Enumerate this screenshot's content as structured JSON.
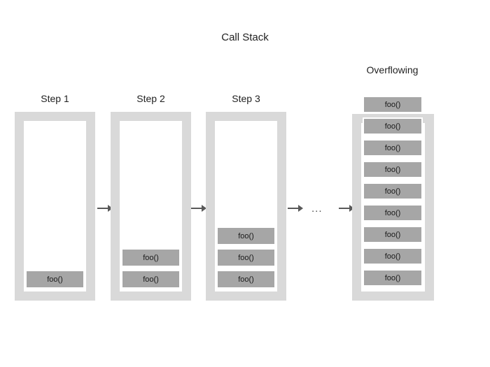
{
  "diagram": {
    "title": "Call Stack",
    "background_color": "#ffffff",
    "container_color": "#d9d9d9",
    "well_color": "#ffffff",
    "frame_color": "#a6a6a6",
    "frame_border_color": "#ffffff",
    "text_color": "#1f1f1f",
    "arrow_color": "#595959"
  },
  "columns": [
    {
      "id": "step-1",
      "label": "Step 1",
      "frame_count": 1,
      "overflowing": false,
      "frames": [
        {
          "label": "foo()"
        }
      ]
    },
    {
      "id": "step-2",
      "label": "Step 2",
      "frame_count": 2,
      "overflowing": false,
      "frames": [
        {
          "label": "foo()"
        },
        {
          "label": "foo()"
        }
      ]
    },
    {
      "id": "step-3",
      "label": "Step 3",
      "frame_count": 3,
      "overflowing": false,
      "frames": [
        {
          "label": "foo()"
        },
        {
          "label": "foo()"
        },
        {
          "label": "foo()"
        }
      ]
    },
    {
      "id": "overflowing",
      "label": "Overflowing",
      "frame_count": 9,
      "overflowing": true,
      "frames": [
        {
          "label": "foo()"
        },
        {
          "label": "foo()"
        },
        {
          "label": "foo()"
        },
        {
          "label": "foo()"
        },
        {
          "label": "foo()"
        },
        {
          "label": "foo()"
        },
        {
          "label": "foo()"
        },
        {
          "label": "foo()"
        },
        {
          "label": "foo()"
        }
      ]
    }
  ],
  "connectors": [
    {
      "id": "arrow-1",
      "kind": "arrow",
      "glyph": "→"
    },
    {
      "id": "arrow-2",
      "kind": "arrow",
      "glyph": "→"
    },
    {
      "id": "arrow-3",
      "kind": "arrow",
      "glyph": "→"
    },
    {
      "id": "ellipsis",
      "kind": "ellipsis",
      "glyph": "..."
    },
    {
      "id": "arrow-4",
      "kind": "arrow",
      "glyph": "→"
    }
  ]
}
